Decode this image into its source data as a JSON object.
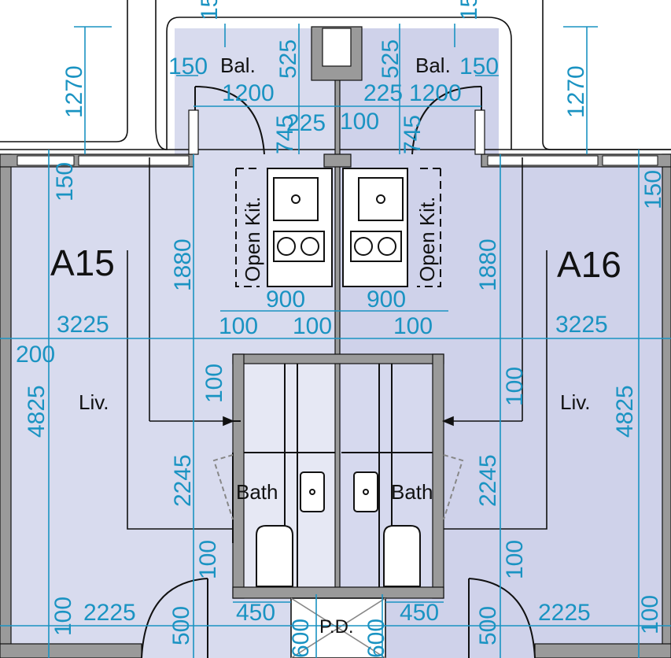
{
  "units": {
    "left": {
      "id": "A15"
    },
    "right": {
      "id": "A16"
    }
  },
  "rooms": {
    "balcony": "Bal.",
    "kitchen": "Open Kit.",
    "living": "Liv.",
    "bath": "Bath",
    "duct": "P.D."
  },
  "dimensions": {
    "d15": "15",
    "d150": "150",
    "d525": "525",
    "d1200": "1200",
    "d1270": "1270",
    "d745": "745",
    "d225": "225",
    "d100": "100",
    "d1880": "1880",
    "d900": "900",
    "d3225": "3225",
    "d200": "200",
    "d4825": "4825",
    "d2245": "2245",
    "d2225": "2225",
    "d450": "450",
    "d500": "500",
    "d600": "600"
  },
  "colors": {
    "dimension": "#1a93c2",
    "unit_fill": "#d3d6ec",
    "wall_fill": "#9a9a9a"
  }
}
